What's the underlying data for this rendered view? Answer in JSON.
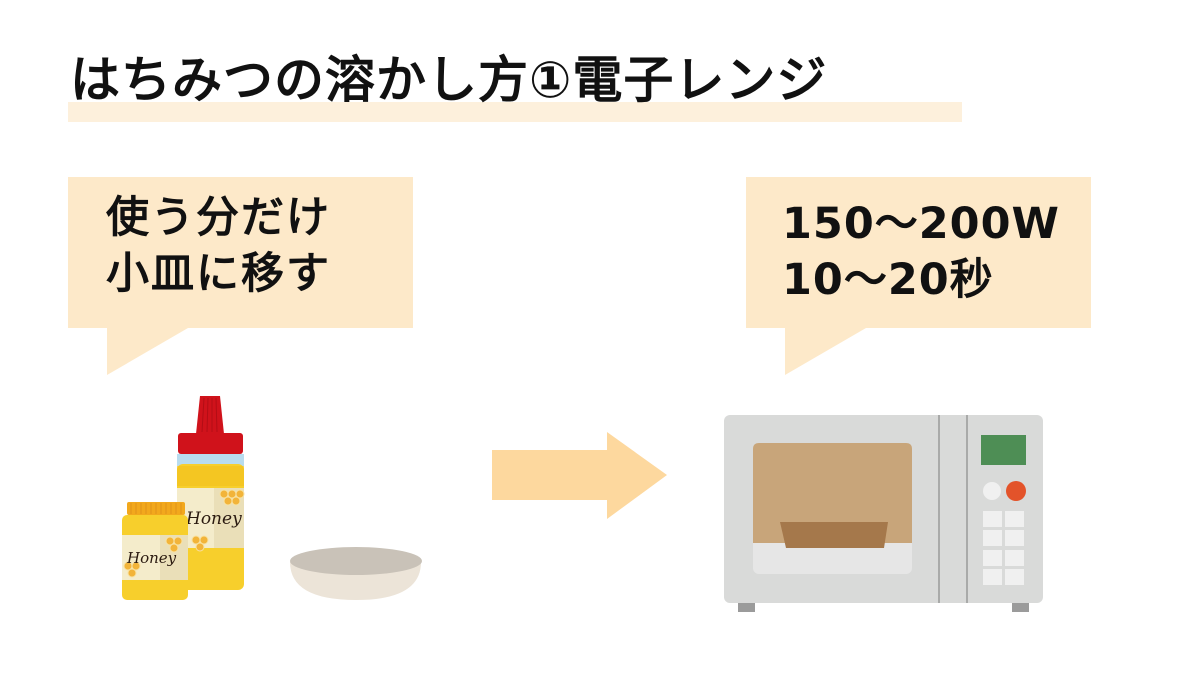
{
  "title": "はちみつの溶かし方①電子レンジ",
  "bubbles": {
    "left": {
      "line1": "使う分だけ",
      "line2": "小皿に移す"
    },
    "right": {
      "line1": "150〜200W",
      "line2": "10〜20秒"
    }
  },
  "illustrations": {
    "honey_label": "Honey",
    "items": [
      "honey-bottle",
      "honey-jar",
      "small-plate",
      "arrow-right",
      "microwave"
    ]
  },
  "colors": {
    "bubble": "#fde9c9",
    "title_underline": "#fdf0dc",
    "arrow": "#fdd89e",
    "cap_red": "#d0121b",
    "honey_yellow": "#f5c518",
    "microwave_body": "#d9dad9",
    "microwave_window": "#c8a57a",
    "display_green": "#4e8e55",
    "button_orange": "#e3532a"
  }
}
